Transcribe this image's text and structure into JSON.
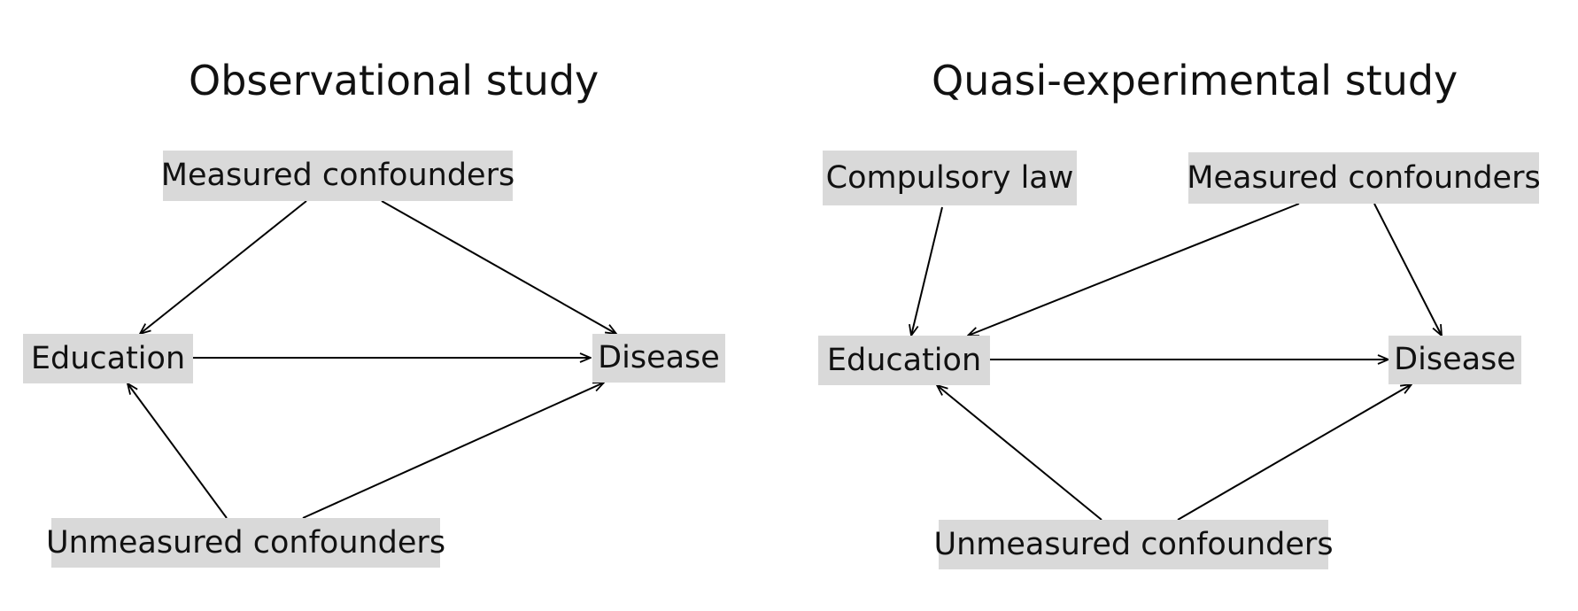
{
  "diagrams": [
    {
      "title": "Observational study",
      "nodes": {
        "measured": "Measured confounders",
        "education": "Education",
        "disease": "Disease",
        "unmeasured": "Unmeasured confounders"
      },
      "edges": [
        {
          "from": "measured",
          "to": "education"
        },
        {
          "from": "measured",
          "to": "disease"
        },
        {
          "from": "education",
          "to": "disease"
        },
        {
          "from": "unmeasured",
          "to": "education"
        },
        {
          "from": "unmeasured",
          "to": "disease"
        }
      ]
    },
    {
      "title": "Quasi-experimental study",
      "nodes": {
        "law": "Compulsory law",
        "measured": "Measured confounders",
        "education": "Education",
        "disease": "Disease",
        "unmeasured": "Unmeasured confounders"
      },
      "edges": [
        {
          "from": "law",
          "to": "education"
        },
        {
          "from": "measured",
          "to": "education"
        },
        {
          "from": "measured",
          "to": "disease"
        },
        {
          "from": "education",
          "to": "disease"
        },
        {
          "from": "unmeasured",
          "to": "education"
        },
        {
          "from": "unmeasured",
          "to": "disease"
        }
      ]
    }
  ],
  "colors": {
    "node_fill": "#d9d9d9",
    "edge": "#000000",
    "text": "#111111"
  }
}
